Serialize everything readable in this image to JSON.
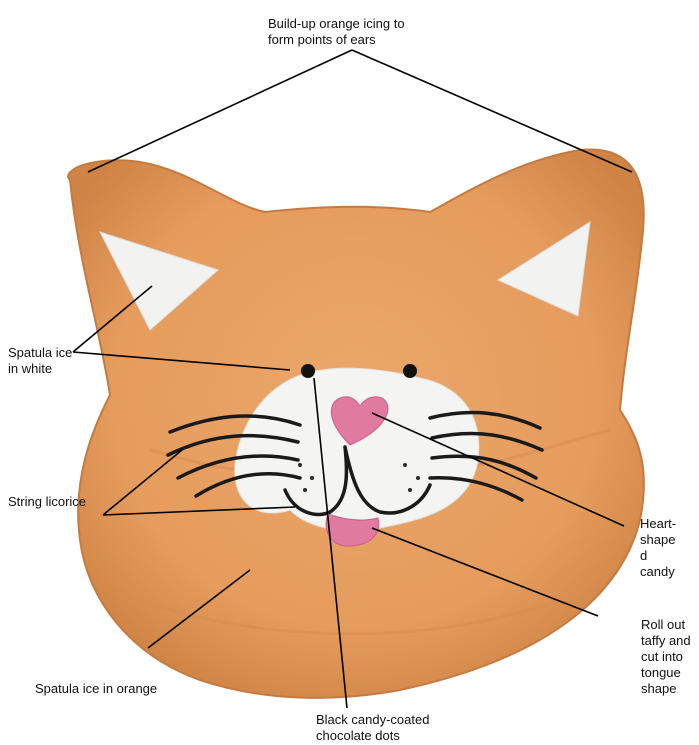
{
  "colors": {
    "icing_orange": "#e8a063",
    "icing_orange_dark": "#c97f45",
    "icing_white": "#f4f4f2",
    "candy_pink": "#e07aa0",
    "licorice": "#1a1a1a",
    "leader_line": "#000000"
  },
  "labels": {
    "ears": "Build-up orange icing to\nform points of ears",
    "white": "Spatula ice\nin white",
    "licorice": "String licorice",
    "orange": "Spatula ice in orange",
    "dots": "Black candy-coated\nchocolate dots",
    "heart": "Heart-\nshape\nd\ncandy",
    "tongue": "Roll out\ntaffy and\ncut into\ntongue\nshape"
  }
}
